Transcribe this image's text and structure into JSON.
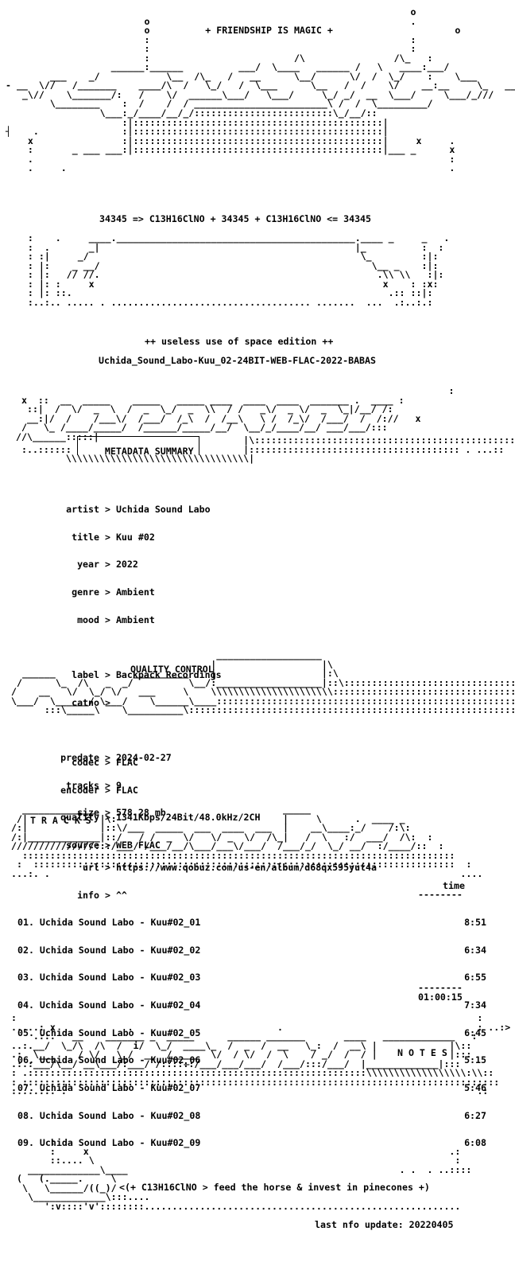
{
  "header": {
    "art_top": [
      "                                                                       o",
      "                 o                                                     .",
      "                 o        + FRIENDSHIP IS MAGIC +                      o",
      "                 :                                                     :",
      "                 :                                                     :",
      "                 :                      /\\                 /\\_         :",
      "               __:__               ___/  \\____    ______ /   \\     ____:___/",
      "     ____    _/      \\__    /\\_   /   __      \\__/      \\/  /  \\  _/    :   \\___",
      "- __  \\//  /______    /\\  /   \\_/   /  \\___      \\__   /  /    \\/    __:__    \\_   ___ -",
      "   _\\//   \\______/:   /  \\/  _____\\___/   \\___/     \\_/ _/  __  \\___/     \\___/_///",
      "        \\_______   :  /   /  / ______________________\\ /  /  \\________/",
      "                \\__:_/___/__/_/:::::::::::::::::::::\\_/__/",
      "                   :::::::::::::::::::::::::::::::::::::",
      "                   :::::::::::::::::::::::::::::::::::::"
    ],
    "friendship": "+ FRIENDSHIP IS MAGIC +",
    "formula": "34345 => C13H16ClNO + 34345 + C13H16ClNO <= 34345",
    "edition": "++ useless use of space edition ++",
    "release": "Uchida_Sound_Labo-Kuu_02-24BIT-WEB-FLAC-2022-BABAS"
  },
  "metadata": {
    "heading": "METADATA SUMMARY",
    "rows": [
      {
        "key": "artist",
        "value": "Uchida Sound Labo"
      },
      {
        "key": "title",
        "value": "Kuu #02"
      },
      {
        "key": "year",
        "value": "2022"
      },
      {
        "key": "genre",
        "value": "Ambient"
      },
      {
        "key": "mood",
        "value": "Ambient"
      },
      {
        "key": "",
        "value": ""
      },
      {
        "key": "label",
        "value": "Backpack Recordings"
      },
      {
        "key": "catno",
        "value": ""
      },
      {
        "key": "",
        "value": ""
      },
      {
        "key": "predate",
        "value": "2024-02-27"
      },
      {
        "key": "tracks",
        "value": "9"
      },
      {
        "key": "size",
        "value": "578.28 mb"
      },
      {
        "key": "",
        "value": ""
      },
      {
        "key": "url",
        "value": "https://www.qobuz.com/us-en/album/d68qx595yut4a"
      },
      {
        "key": "info",
        "value": "^^"
      }
    ]
  },
  "quality": {
    "heading": "QUALITY CONTROL",
    "rows": [
      {
        "key": "codec",
        "value": "FLAC"
      },
      {
        "key": "encoder",
        "value": "FLAC"
      },
      {
        "key": "quality",
        "value": "1341Kbps/24Bit/48.0kHz/2CH"
      },
      {
        "key": "source",
        "value": "WEB FLAC"
      }
    ]
  },
  "tracks": {
    "heading": "T R A C K S",
    "time_label": "time",
    "rule": "--------",
    "items": [
      {
        "name": "01. Uchida Sound Labo - Kuu#02_01",
        "time": "8:51"
      },
      {
        "name": "02. Uchida Sound Labo - Kuu#02_02",
        "time": "6:34"
      },
      {
        "name": "03. Uchida Sound Labo - Kuu#02_03",
        "time": "6:55"
      },
      {
        "name": "04. Uchida Sound Labo - Kuu#02_04",
        "time": "7:34"
      },
      {
        "name": "05. Uchida Sound Labo - Kuu#02_05",
        "time": "6:45"
      },
      {
        "name": "06. Uchida Sound Labo - Kuu#02_06",
        "time": "5:15"
      },
      {
        "name": "07. Uchida Sound Labo - Kuu#02_07",
        "time": "5:46"
      },
      {
        "name": "08. Uchida Sound Labo - Kuu#02_08",
        "time": "6:27"
      },
      {
        "name": "09. Uchida Sound Labo - Kuu#02_09",
        "time": "6:08"
      }
    ],
    "total": "01:00:15"
  },
  "notes": {
    "heading": "N O T E S",
    "footer": "<(+ C13H16ClNO > feed the horse & invest in pinecones +)",
    "update": "last nfo update: 20220405"
  }
}
